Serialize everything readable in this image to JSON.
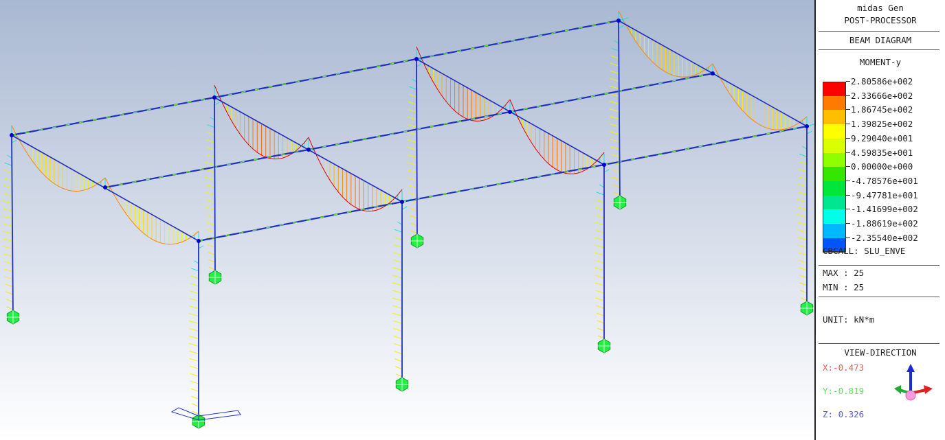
{
  "legend": {
    "app_name": "midas Gen",
    "module": "POST-PROCESSOR",
    "diagram_type": "BEAM DIAGRAM",
    "component": "MOMENT-y",
    "scale": [
      {
        "value": "2.80586e+002",
        "color": "#ff0000"
      },
      {
        "value": "2.33666e+002",
        "color": "#ff7a00"
      },
      {
        "value": "1.86745e+002",
        "color": "#ffbf00"
      },
      {
        "value": "1.39825e+002",
        "color": "#ffff00"
      },
      {
        "value": "9.29040e+001",
        "color": "#d9ff00"
      },
      {
        "value": "4.59835e+001",
        "color": "#8fff00"
      },
      {
        "value": "0.00000e+000",
        "color": "#35e600"
      },
      {
        "value": "-4.78576e+001",
        "color": "#00e63a"
      },
      {
        "value": "-9.47781e+001",
        "color": "#00e690"
      },
      {
        "value": "-1.41699e+002",
        "color": "#00ffe6"
      },
      {
        "value": "-1.88619e+002",
        "color": "#00b8ff"
      },
      {
        "value": "-2.35540e+002",
        "color": "#0055ff"
      }
    ],
    "load_case": "CBCALL: SLU_ENVE",
    "max": "MAX : 25",
    "min": "MIN : 25",
    "unit": "UNIT: kN*m",
    "view_direction_title": "VIEW-DIRECTION",
    "view_x": "X:-0.473",
    "view_y": "Y:-0.819",
    "view_z": "Z: 0.326",
    "view_x_color": "#ff5555",
    "view_y_color": "#66dd66",
    "view_z_color": "#5555ff"
  },
  "viewport": {
    "background_top": "#a9b8d2",
    "background_bottom": "#ffffff",
    "member_color": "#1f2fbf",
    "node_color": "#0000cc",
    "support_color": "#22ee44"
  }
}
